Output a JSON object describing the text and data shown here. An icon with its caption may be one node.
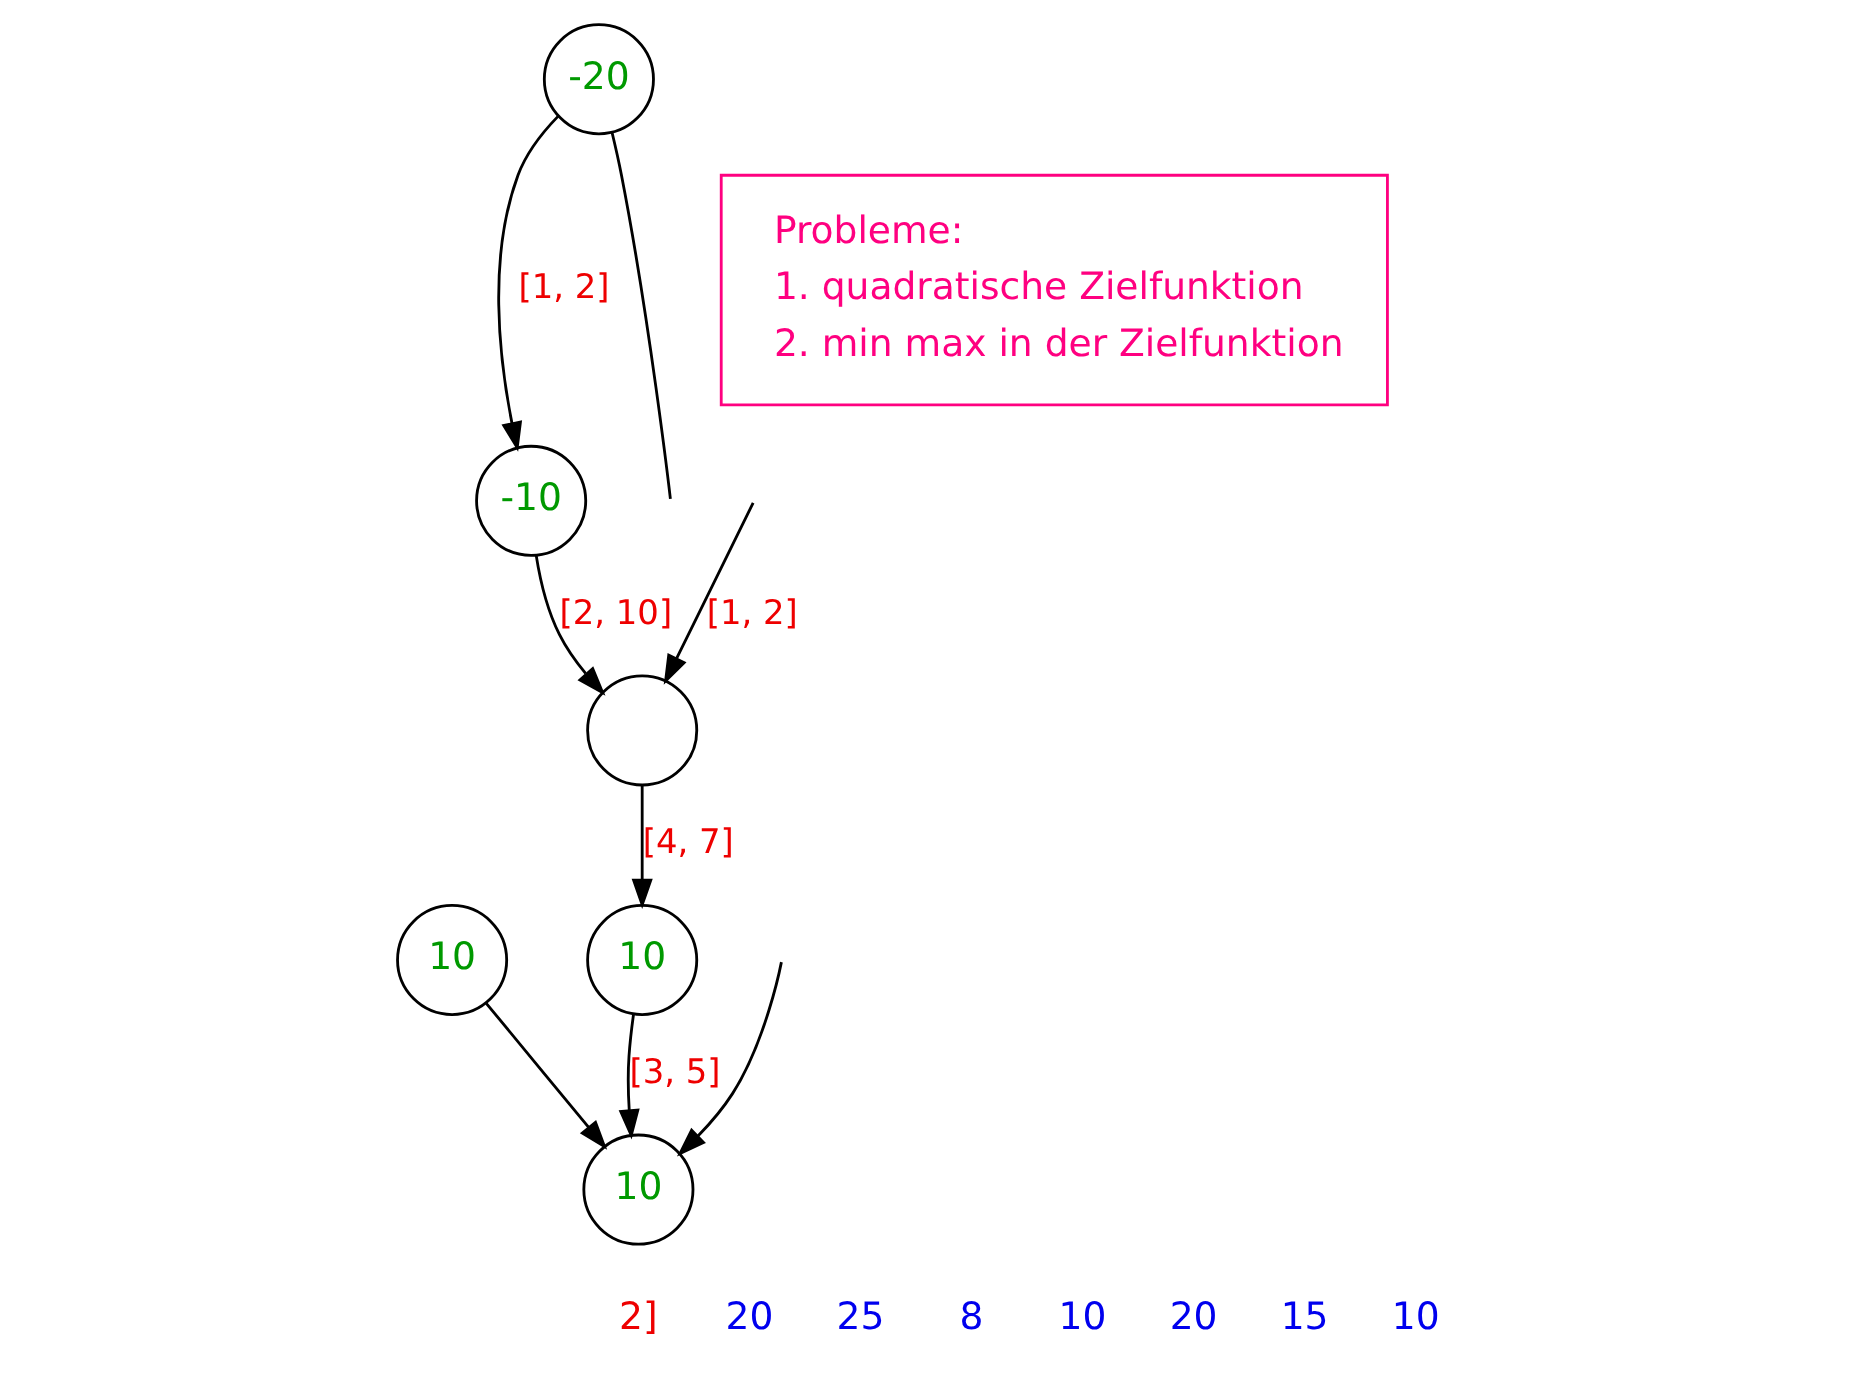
{
  "diagram": {
    "nodes": [
      {
        "text": [
          "10"
        ]
      },
      {
        "text": [
          "Probleme:",
          "1. quadratische Zielfunktion",
          "2. min max in der Zielfunktion"
        ]
      },
      {
        "text": [
          "10"
        ]
      },
      {
        "text": [
          "-20"
        ]
      },
      {
        "text": [],
        "shape": "circle"
      },
      {
        "text": [
          "-10"
        ]
      },
      {
        "text": [
          "10"
        ]
      }
    ],
    "edges": [
      {
        "from": 0,
        "to": 2,
        "arrow": "to"
      },
      {
        "from": 3,
        "to": null,
        "arrow": "none"
      },
      {
        "from": null,
        "to": 4,
        "arrow": "to",
        "label": "[1, 2]"
      },
      {
        "from": 3,
        "to": 5,
        "arrow": "to",
        "label": "[1, 2]"
      },
      {
        "from": 5,
        "to": 4,
        "arrow": "to",
        "label": "[2, 10]"
      },
      {
        "from": 4,
        "to": 6,
        "arrow": "to",
        "label": "[4, 7]"
      },
      {
        "from": 6,
        "to": 2,
        "arrow": "to",
        "label": "[3, 5]"
      },
      {
        "from": null,
        "to": 2,
        "arrow": "to"
      }
    ],
    "labels": [
      "2]",
      "20",
      "25",
      "8",
      "10",
      "20",
      "15",
      "10"
    ]
  }
}
